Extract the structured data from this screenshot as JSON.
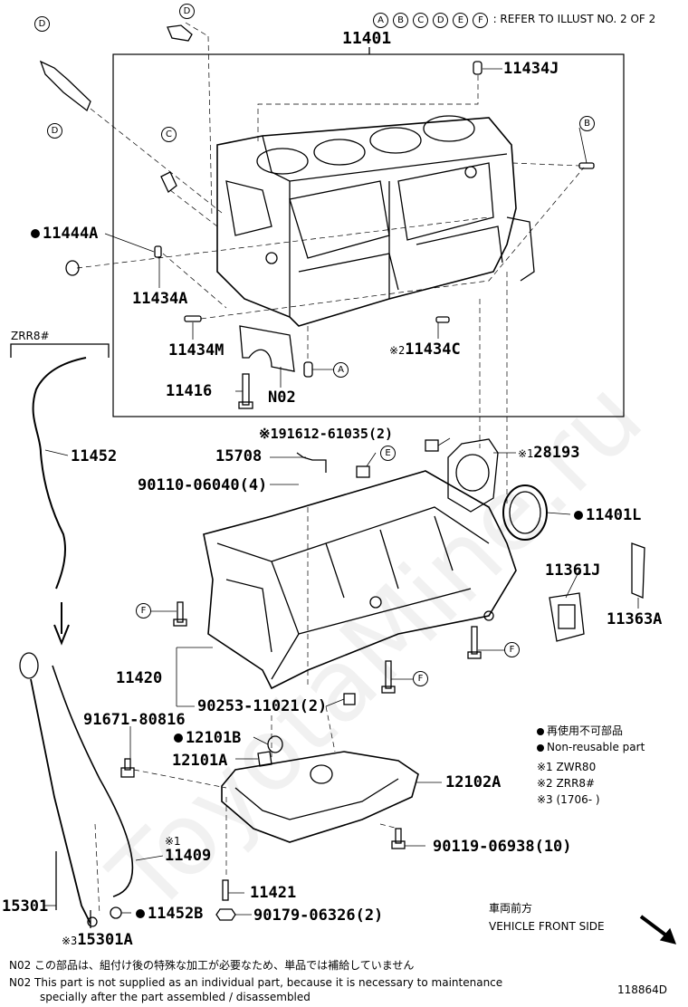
{
  "header": {
    "refer_letters": [
      "A",
      "B",
      "C",
      "D",
      "E",
      "F"
    ],
    "refer_text": ": REFER TO ILLUST NO. 2 OF 2"
  },
  "watermark": "ToyotaMine.ru",
  "box_title": "11401",
  "group_label": "ZRR8#",
  "parts": {
    "p11434J": "11434J",
    "p11444A": "11444A",
    "p11434A": "11434A",
    "p11434M": "11434M",
    "p11434C": "11434C",
    "p11434C_mark": "※2",
    "p11416": "11416",
    "pN02": "N02",
    "p11452": "11452",
    "p91612": "※191612-61035(2)",
    "p15708": "15708",
    "p90110": "90110-06040(4)",
    "p28193": "28193",
    "p28193_mark": "※1",
    "p11401L": "11401L",
    "p11361J": "11361J",
    "p11363A": "11363A",
    "p11420": "11420",
    "p90253": "90253-11021(2)",
    "p91671": "91671-80816",
    "p12101B": "12101B",
    "p12101A": "12101A",
    "p12102A": "12102A",
    "p90119": "90119-06938(10)",
    "p11409": "11409",
    "p11409_mark": "※1",
    "p11421": "11421",
    "p90179": "90179-06326(2)",
    "p15301": "15301",
    "p11452B": "11452B",
    "p15301A": "15301A",
    "p15301A_mark": "※3"
  },
  "legend": {
    "jp": "再使用不可部品",
    "en": "Non-reusable part",
    "m1": "※1 ZWR80",
    "m2": "※2 ZRR8#",
    "m3": "※3 (1706-          )"
  },
  "front": {
    "jp": "車両前方",
    "en": "VEHICLE FRONT SIDE"
  },
  "notes": {
    "jp": "N02  この部品は、組付け後の特殊な加工が必要なため、単品では補給していません",
    "en1": "N02  This part is not supplied as an individual part, because it is necessary to maintenance",
    "en2": "specially after the part assembled / disassembled"
  },
  "code": "118864D"
}
